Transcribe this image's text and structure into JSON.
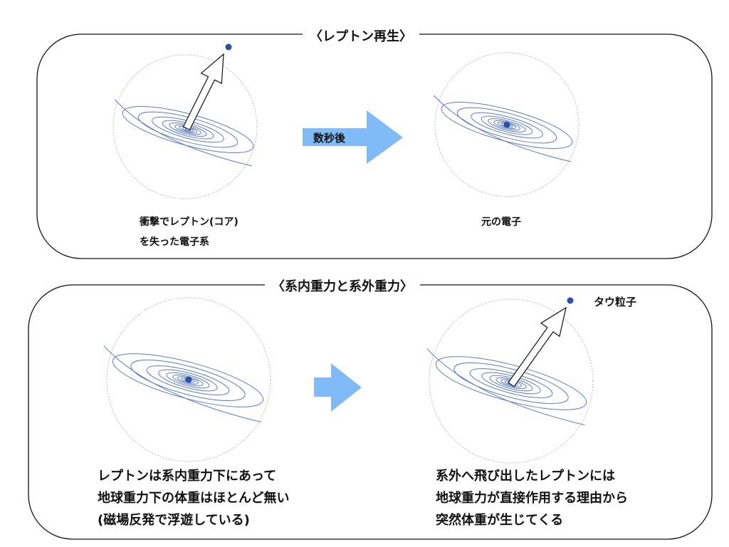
{
  "panel_top": {
    "title": "〈レプトン再生〉",
    "arrow_label": "数秒後",
    "left_caption": [
      "衝撃でレプトン(コア)",
      "を失った電子系"
    ],
    "right_caption": "元の電子"
  },
  "panel_bottom": {
    "title": "〈系内重力と系外重力〉",
    "particle_label": "タウ粒子",
    "left_text": [
      "レプトンは系内重力下にあって",
      "地球重力下の体重はほとんど無い",
      "(磁場反発で浮遊している)"
    ],
    "right_text": [
      "系外へ飛び出したレプトンには",
      "地球重力が直接作用する理由から",
      "突然体重が生じてくる"
    ]
  },
  "colors": {
    "orbit": "#5b7cc8",
    "particle": "#2d4fa0",
    "flow_arrow": "#80bbf7",
    "sphere": "#bbbbbb"
  }
}
